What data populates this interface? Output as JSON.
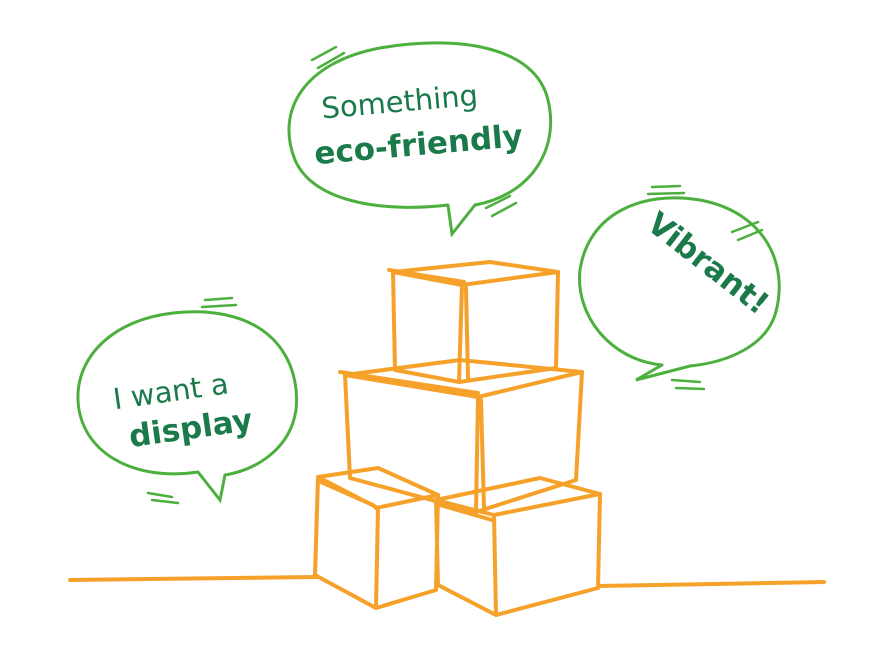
{
  "colors": {
    "box_stroke": "#f5a12a",
    "bubble_stroke": "#4caf3e",
    "text": "#1b7a4a",
    "background": "#ffffff"
  },
  "bubbles": {
    "eco": {
      "line1": "Something",
      "line2": "eco-friendly"
    },
    "display": {
      "line1": "I want a",
      "line2": "display"
    },
    "vibrant": {
      "line1": "Vibrant!"
    }
  }
}
